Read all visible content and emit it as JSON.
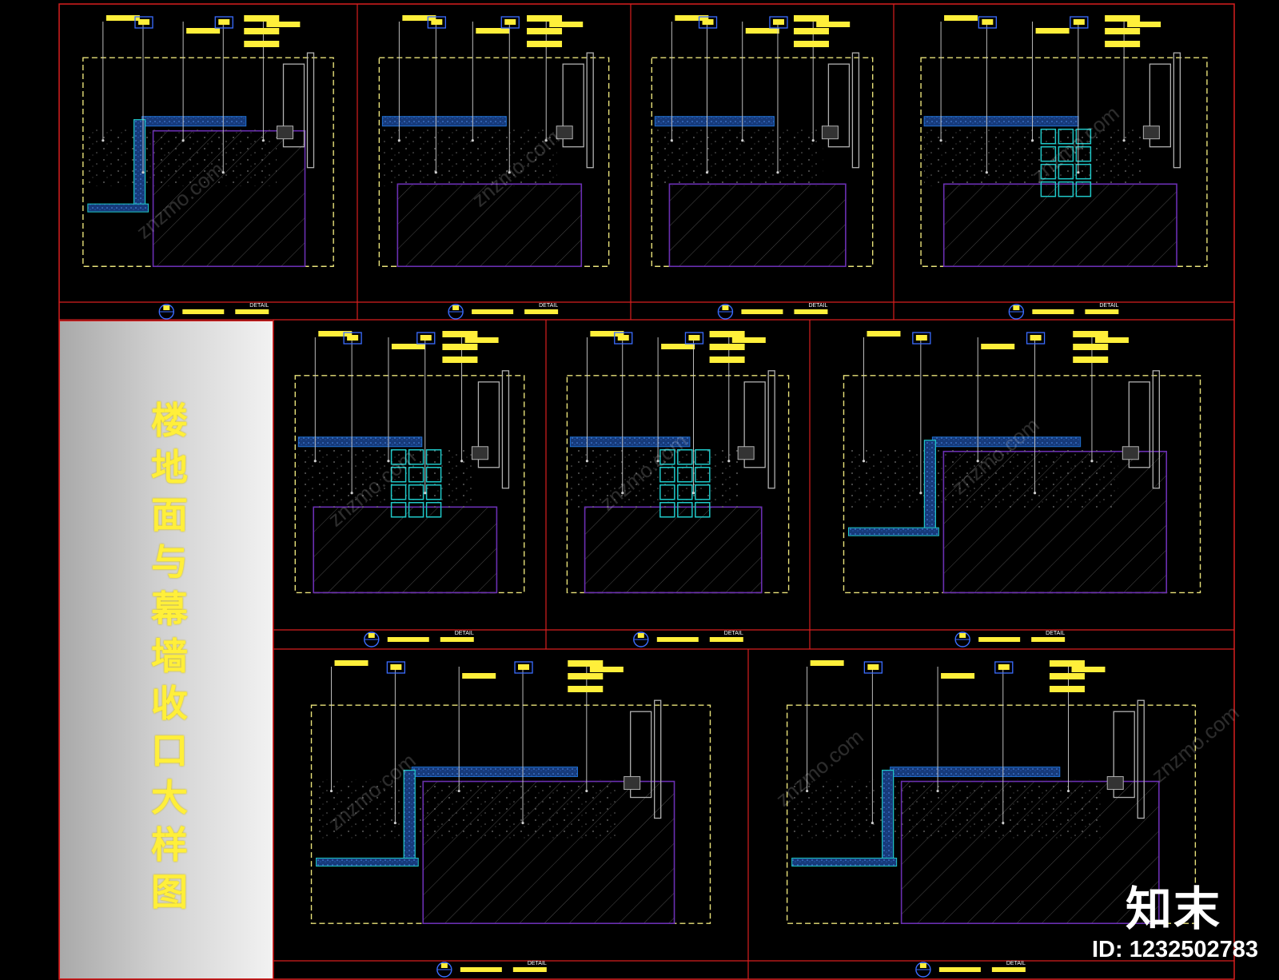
{
  "sheet": {
    "title": "楼地面与幕墙收口大样图",
    "detail_tag": "DETAIL",
    "brand": "知末",
    "id_text": "ID: 1232502783",
    "watermark": "znzmo.com",
    "colors": {
      "background": "#000000",
      "frame": "#d81f1f",
      "label": "#ffef3a",
      "dashed": "#e9e27a",
      "leader": "#cfcfcf",
      "concrete": "#6a2fb2",
      "finish": "#1f6fd0",
      "mullion": "#1fc8c8",
      "steel": "#b0b0b0",
      "tag_blue": "#3a6cff"
    }
  }
}
